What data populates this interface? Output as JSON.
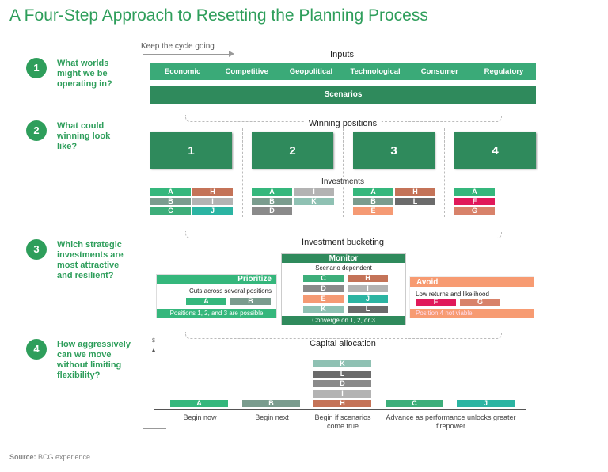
{
  "title": "A Four-Step Approach to Resetting the Planning Process",
  "steps": [
    {
      "num": "1",
      "question": "What worlds might we be operating in?"
    },
    {
      "num": "2",
      "question": "What could winning look like?"
    },
    {
      "num": "3",
      "question": "Which strategic investments are most attractive and resilient?"
    },
    {
      "num": "4",
      "question": "How aggressively can we move without limiting flexibility?"
    }
  ],
  "cycle_label": "Keep the cycle going",
  "inputs": {
    "label": "Inputs",
    "items": [
      "Economic",
      "Competitive",
      "Geopolitical",
      "Technological",
      "Consumer",
      "Regulatory"
    ],
    "scenarios": "Scenarios"
  },
  "winning": {
    "label": "Winning positions",
    "positions": [
      "1",
      "2",
      "3",
      "4"
    ]
  },
  "investments": {
    "label": "Investments",
    "positions": [
      [
        [
          "A",
          "A"
        ],
        [
          "H",
          "H"
        ],
        [
          "B",
          "B"
        ],
        [
          "I",
          "I"
        ],
        [
          "C",
          "C"
        ],
        [
          "J",
          "J"
        ]
      ],
      [
        [
          "A",
          "A"
        ],
        [
          "I",
          "I"
        ],
        [
          "B",
          "B"
        ],
        [
          "K",
          "K"
        ],
        [
          "D",
          "D"
        ],
        null
      ],
      [
        [
          "A",
          "A"
        ],
        [
          "H",
          "H"
        ],
        [
          "B",
          "B"
        ],
        [
          "L",
          "L"
        ],
        [
          "E",
          "E"
        ],
        null
      ],
      [
        [
          "A",
          "A"
        ],
        null,
        [
          "F",
          "F"
        ],
        null,
        [
          "G",
          "G"
        ],
        null
      ]
    ]
  },
  "colors": {
    "A": "#35b77c",
    "B": "#7a9c8e",
    "C": "#3dae7a",
    "D": "#8a8a8a",
    "E": "#f59a74",
    "F": "#e0195a",
    "G": "#d8826a",
    "H": "#c47358",
    "I": "#b3b3b3",
    "J": "#2bb4a2",
    "K": "#8fc1b3",
    "L": "#6b6b6b",
    "green": "#2e9e5b",
    "dark": "#2f8a5c",
    "orange": "#f79b72"
  },
  "bucketing": {
    "label": "Investment bucketing",
    "prioritize": {
      "title": "Prioritize",
      "desc": "Cuts across several positions",
      "chips": [
        "A",
        "B"
      ],
      "footer": "Positions 1, 2, and 3 are possible"
    },
    "monitor": {
      "title": "Monitor",
      "desc": "Scenario dependent",
      "chips": [
        "C",
        "H",
        "D",
        "I",
        "E",
        "J",
        "K",
        "L"
      ],
      "footer": "Converge on 1, 2, or 3"
    },
    "avoid": {
      "title": "Avoid",
      "desc": "Low returns and likelihood",
      "chips": [
        "F",
        "G"
      ],
      "footer": "Position 4 not viable"
    }
  },
  "capital": {
    "label": "Capital allocation",
    "y_axis": "$",
    "groups": [
      {
        "label": "Begin now",
        "chips": [
          "A"
        ]
      },
      {
        "label": "Begin next",
        "chips": [
          "B"
        ]
      },
      {
        "label": "Begin if scenarios come true",
        "chips": [
          "H",
          "I",
          "D",
          "L",
          "K"
        ]
      },
      {
        "label": "Advance as performance unlocks greater firepower",
        "chips": [
          "C",
          "J"
        ]
      }
    ]
  },
  "source": {
    "prefix": "Source:",
    "text": " BCG experience."
  }
}
